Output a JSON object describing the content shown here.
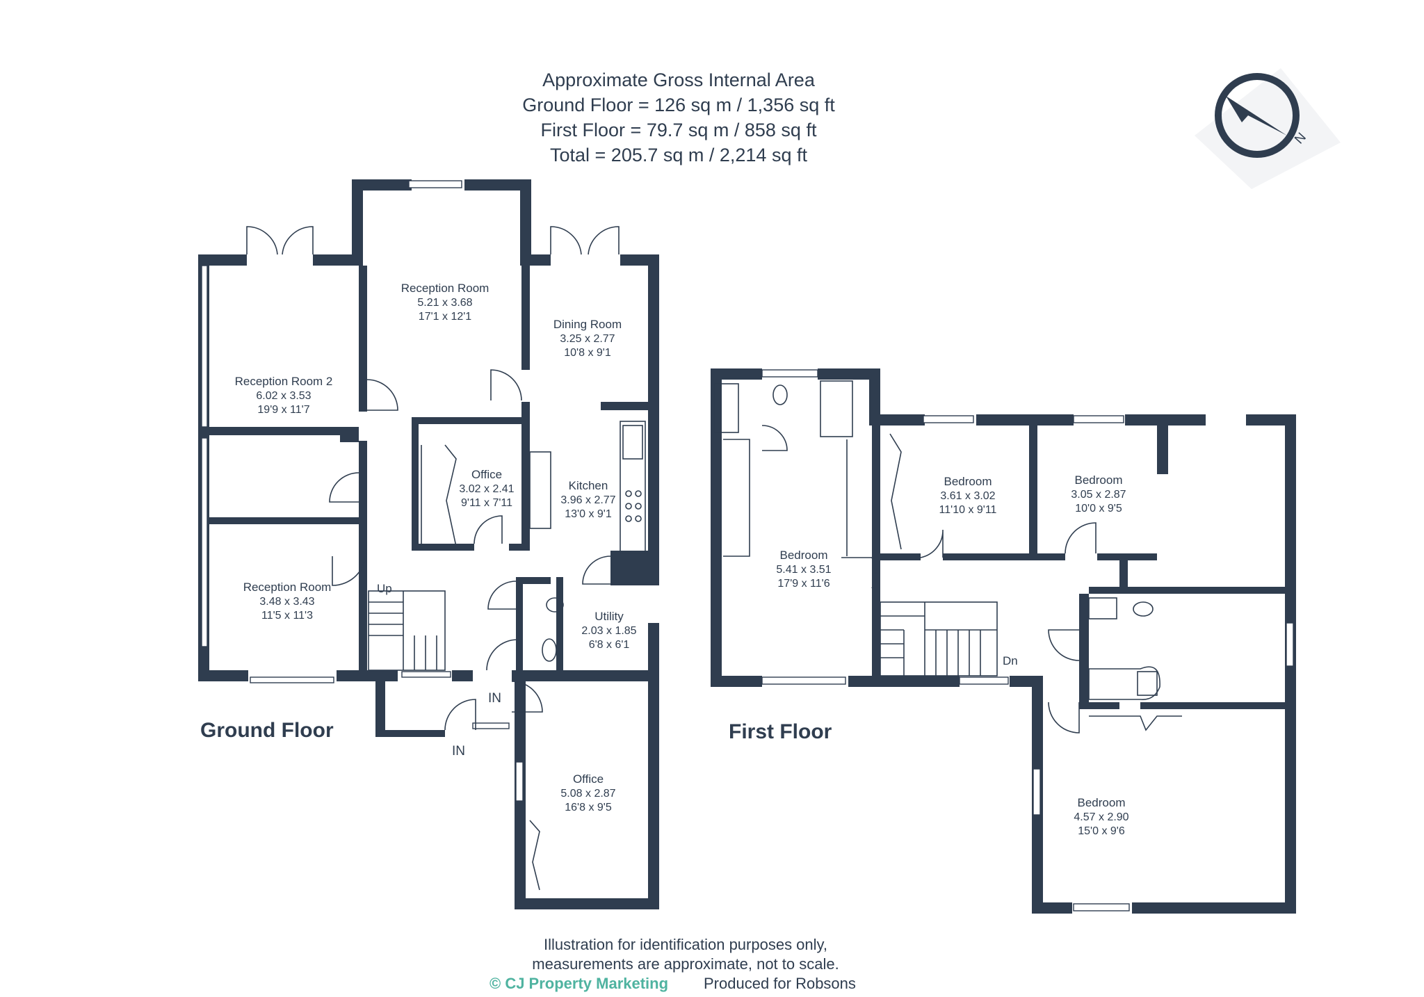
{
  "header": {
    "lines": [
      "Approximate Gross Internal Area",
      "Ground Floor = 126 sq m / 1,356 sq ft",
      "First Floor = 79.7 sq m / 858 sq ft",
      "Total = 205.7 sq m / 2,214 sq ft"
    ]
  },
  "compass": {
    "label": "N",
    "icon": "compass-icon"
  },
  "ground_floor": {
    "label": "Ground Floor",
    "stairs_label": "Up",
    "entry_labels": [
      "IN",
      "IN"
    ],
    "rooms": [
      {
        "name": "Reception Room 2",
        "metric": "6.02 x 3.53",
        "imperial": "19'9 x 11'7"
      },
      {
        "name": "Reception Room",
        "metric": "5.21 x 3.68",
        "imperial": "17'1 x 12'1"
      },
      {
        "name": "Dining Room",
        "metric": "3.25 x 2.77",
        "imperial": "10'8 x 9'1"
      },
      {
        "name": "Office",
        "metric": "3.02 x 2.41",
        "imperial": "9'11 x 7'11"
      },
      {
        "name": "Kitchen",
        "metric": "3.96 x 2.77",
        "imperial": "13'0 x 9'1"
      },
      {
        "name": "Reception Room",
        "metric": "3.48 x 3.43",
        "imperial": "11'5 x 11'3"
      },
      {
        "name": "Utility",
        "metric": "2.03 x 1.85",
        "imperial": "6'8 x 6'1"
      },
      {
        "name": "Office",
        "metric": "5.08 x 2.87",
        "imperial": "16'8 x 9'5"
      }
    ]
  },
  "first_floor": {
    "label": "First Floor",
    "stairs_label": "Dn",
    "rooms": [
      {
        "name": "Bedroom",
        "metric": "5.41 x 3.51",
        "imperial": "17'9 x 11'6"
      },
      {
        "name": "Bedroom",
        "metric": "3.61 x 3.02",
        "imperial": "11'10 x 9'11"
      },
      {
        "name": "Bedroom",
        "metric": "3.05 x 2.87",
        "imperial": "10'0 x 9'5"
      },
      {
        "name": "Bedroom",
        "metric": "4.57 x 2.90",
        "imperial": "15'0 x 9'6"
      }
    ]
  },
  "footer": {
    "line1": "Illustration for identification purposes only,",
    "line2": "measurements are approximate, not to scale.",
    "brand": "© CJ Property Marketing",
    "produced": "Produced for Robsons"
  },
  "colors": {
    "wall": "#2f3d4f",
    "brand": "#4fb3a0"
  }
}
